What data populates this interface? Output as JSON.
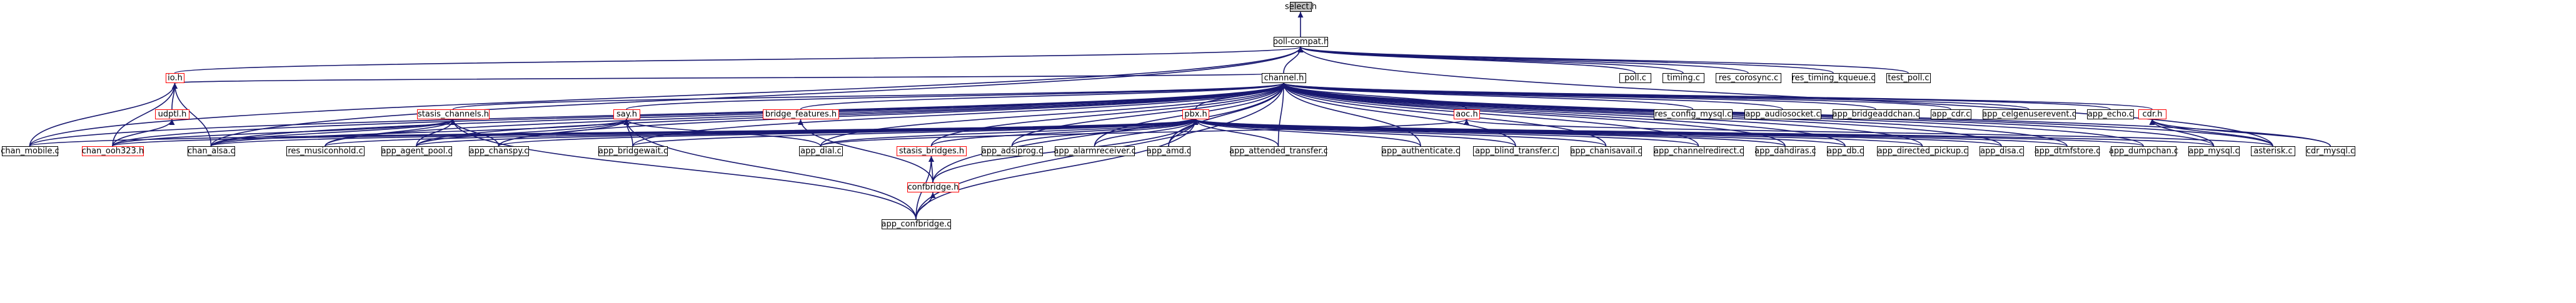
{
  "graph": {
    "focus": "select.h",
    "colors": {
      "edge": "#191970",
      "node_border": "#000000",
      "incomplete_node_border": "#ff0000",
      "focus_fill": "#bfbfbf",
      "node_fill": "#ffffff"
    },
    "nodes": [
      {
        "id": "select_h",
        "label": "select.h",
        "style": "focus"
      },
      {
        "id": "poll_compat_h",
        "label": "poll-compat.h",
        "style": "normal"
      },
      {
        "id": "io_h",
        "label": "io.h",
        "style": "red"
      },
      {
        "id": "channel_h",
        "label": "channel.h",
        "style": "normal"
      },
      {
        "id": "poll_c",
        "label": "poll.c",
        "style": "normal"
      },
      {
        "id": "timing_c",
        "label": "timing.c",
        "style": "normal"
      },
      {
        "id": "res_corosync_c",
        "label": "res_corosync.c",
        "style": "normal"
      },
      {
        "id": "res_timing_kqueue_c",
        "label": "res_timing_kqueue.c",
        "style": "normal"
      },
      {
        "id": "test_poll_c",
        "label": "test_poll.c",
        "style": "normal"
      },
      {
        "id": "udptl_h",
        "label": "udptl.h",
        "style": "red"
      },
      {
        "id": "stasis_channels_h",
        "label": "stasis_channels.h",
        "style": "red"
      },
      {
        "id": "say_h",
        "label": "say.h",
        "style": "red"
      },
      {
        "id": "bridge_features_h",
        "label": "bridge_features.h",
        "style": "red"
      },
      {
        "id": "pbx_h",
        "label": "pbx.h",
        "style": "red"
      },
      {
        "id": "aoc_h",
        "label": "aoc.h",
        "style": "red"
      },
      {
        "id": "res_config_mysql_c",
        "label": "res_config_mysql.c",
        "style": "normal"
      },
      {
        "id": "app_audiosocket_c",
        "label": "app_audiosocket.c",
        "style": "normal"
      },
      {
        "id": "app_bridgeaddchan_c",
        "label": "app_bridgeaddchan.c",
        "style": "normal"
      },
      {
        "id": "app_cdr_c",
        "label": "app_cdr.c",
        "style": "normal"
      },
      {
        "id": "app_celgenuserevent_c",
        "label": "app_celgenuserevent.c",
        "style": "normal"
      },
      {
        "id": "app_echo_c",
        "label": "app_echo.c",
        "style": "normal"
      },
      {
        "id": "cdr_h",
        "label": "cdr.h",
        "style": "red"
      },
      {
        "id": "chan_mobile_c",
        "label": "chan_mobile.c",
        "style": "normal"
      },
      {
        "id": "chan_ooh323_h",
        "label": "chan_ooh323.h",
        "style": "red"
      },
      {
        "id": "chan_alsa_c",
        "label": "chan_alsa.c",
        "style": "normal"
      },
      {
        "id": "res_musiconhold_c",
        "label": "res_musiconhold.c",
        "style": "normal"
      },
      {
        "id": "app_agent_pool_c",
        "label": "app_agent_pool.c",
        "style": "normal"
      },
      {
        "id": "app_chanspy_c",
        "label": "app_chanspy.c",
        "style": "normal"
      },
      {
        "id": "app_bridgewait_c",
        "label": "app_bridgewait.c",
        "style": "normal"
      },
      {
        "id": "app_dial_c",
        "label": "app_dial.c",
        "style": "normal"
      },
      {
        "id": "stasis_bridges_h",
        "label": "stasis_bridges.h",
        "style": "red"
      },
      {
        "id": "app_adsiprog_c",
        "label": "app_adsiprog.c",
        "style": "normal"
      },
      {
        "id": "app_alarmreceiver_c",
        "label": "app_alarmreceiver.c",
        "style": "normal"
      },
      {
        "id": "app_amd_c",
        "label": "app_amd.c",
        "style": "normal"
      },
      {
        "id": "app_attended_transfer_c",
        "label": "app_attended_transfer.c",
        "style": "normal"
      },
      {
        "id": "app_authenticate_c",
        "label": "app_authenticate.c",
        "style": "normal"
      },
      {
        "id": "app_blind_transfer_c",
        "label": "app_blind_transfer.c",
        "style": "normal"
      },
      {
        "id": "app_chanisavail_c",
        "label": "app_chanisavail.c",
        "style": "normal"
      },
      {
        "id": "app_channelredirect_c",
        "label": "app_channelredirect.c",
        "style": "normal"
      },
      {
        "id": "app_dahdiras_c",
        "label": "app_dahdiras.c",
        "style": "normal"
      },
      {
        "id": "app_db_c",
        "label": "app_db.c",
        "style": "normal"
      },
      {
        "id": "app_directed_pickup_c",
        "label": "app_directed_pickup.c",
        "style": "normal"
      },
      {
        "id": "app_disa_c",
        "label": "app_disa.c",
        "style": "normal"
      },
      {
        "id": "app_dtmfstore_c",
        "label": "app_dtmfstore.c",
        "style": "normal"
      },
      {
        "id": "app_dumpchan_c",
        "label": "app_dumpchan.c",
        "style": "normal"
      },
      {
        "id": "app_mysql_c",
        "label": "app_mysql.c",
        "style": "normal"
      },
      {
        "id": "asterisk_c",
        "label": "asterisk.c",
        "style": "normal"
      },
      {
        "id": "cdr_mysql_c",
        "label": "cdr_mysql.c",
        "style": "normal"
      },
      {
        "id": "confbridge_h",
        "label": "confbridge.h",
        "style": "red"
      },
      {
        "id": "app_confbridge_c",
        "label": "app_confbridge.c",
        "style": "normal"
      }
    ],
    "edges": [
      [
        "poll_compat_h",
        "select_h"
      ],
      [
        "io_h",
        "poll_compat_h"
      ],
      [
        "channel_h",
        "poll_compat_h"
      ],
      [
        "poll_c",
        "poll_compat_h"
      ],
      [
        "timing_c",
        "poll_compat_h"
      ],
      [
        "res_corosync_c",
        "poll_compat_h"
      ],
      [
        "res_timing_kqueue_c",
        "poll_compat_h"
      ],
      [
        "test_poll_c",
        "poll_compat_h"
      ],
      [
        "chan_mobile_c",
        "poll_compat_h"
      ],
      [
        "chan_alsa_c",
        "poll_compat_h"
      ],
      [
        "asterisk_c",
        "poll_compat_h"
      ],
      [
        "udptl_h",
        "io_h"
      ],
      [
        "chan_mobile_c",
        "io_h"
      ],
      [
        "chan_ooh323_h",
        "io_h"
      ],
      [
        "chan_alsa_c",
        "io_h"
      ],
      [
        "channel_h",
        "io_h"
      ],
      [
        "chan_ooh323_h",
        "udptl_h"
      ],
      [
        "stasis_channels_h",
        "channel_h"
      ],
      [
        "say_h",
        "channel_h"
      ],
      [
        "bridge_features_h",
        "channel_h"
      ],
      [
        "pbx_h",
        "channel_h"
      ],
      [
        "aoc_h",
        "channel_h"
      ],
      [
        "res_config_mysql_c",
        "channel_h"
      ],
      [
        "app_audiosocket_c",
        "channel_h"
      ],
      [
        "app_bridgeaddchan_c",
        "channel_h"
      ],
      [
        "app_cdr_c",
        "channel_h"
      ],
      [
        "app_celgenuserevent_c",
        "channel_h"
      ],
      [
        "app_echo_c",
        "channel_h"
      ],
      [
        "cdr_h",
        "channel_h"
      ],
      [
        "chan_mobile_c",
        "channel_h"
      ],
      [
        "chan_ooh323_h",
        "channel_h"
      ],
      [
        "chan_alsa_c",
        "channel_h"
      ],
      [
        "res_musiconhold_c",
        "channel_h"
      ],
      [
        "app_agent_pool_c",
        "channel_h"
      ],
      [
        "app_chanspy_c",
        "channel_h"
      ],
      [
        "app_bridgewait_c",
        "channel_h"
      ],
      [
        "app_dial_c",
        "channel_h"
      ],
      [
        "stasis_bridges_h",
        "channel_h"
      ],
      [
        "app_adsiprog_c",
        "channel_h"
      ],
      [
        "app_alarmreceiver_c",
        "channel_h"
      ],
      [
        "app_amd_c",
        "channel_h"
      ],
      [
        "app_attended_transfer_c",
        "channel_h"
      ],
      [
        "app_authenticate_c",
        "channel_h"
      ],
      [
        "app_blind_transfer_c",
        "channel_h"
      ],
      [
        "app_chanisavail_c",
        "channel_h"
      ],
      [
        "app_channelredirect_c",
        "channel_h"
      ],
      [
        "app_dahdiras_c",
        "channel_h"
      ],
      [
        "app_db_c",
        "channel_h"
      ],
      [
        "app_directed_pickup_c",
        "channel_h"
      ],
      [
        "app_disa_c",
        "channel_h"
      ],
      [
        "app_dtmfstore_c",
        "channel_h"
      ],
      [
        "app_dumpchan_c",
        "channel_h"
      ],
      [
        "app_mysql_c",
        "channel_h"
      ],
      [
        "asterisk_c",
        "channel_h"
      ],
      [
        "cdr_mysql_c",
        "channel_h"
      ],
      [
        "confbridge_h",
        "channel_h"
      ],
      [
        "app_confbridge_c",
        "channel_h"
      ],
      [
        "chan_alsa_c",
        "stasis_channels_h"
      ],
      [
        "res_musiconhold_c",
        "stasis_channels_h"
      ],
      [
        "app_agent_pool_c",
        "stasis_channels_h"
      ],
      [
        "app_chanspy_c",
        "stasis_channels_h"
      ],
      [
        "chan_ooh323_h",
        "stasis_channels_h"
      ],
      [
        "app_confbridge_c",
        "stasis_channels_h"
      ],
      [
        "app_chanspy_c",
        "say_h"
      ],
      [
        "app_bridgewait_c",
        "say_h"
      ],
      [
        "app_dial_c",
        "say_h"
      ],
      [
        "app_confbridge_c",
        "say_h"
      ],
      [
        "chan_alsa_c",
        "say_h"
      ],
      [
        "app_agent_pool_c",
        "say_h"
      ],
      [
        "confbridge_h",
        "bridge_features_h"
      ],
      [
        "chan_mobile_c",
        "pbx_h"
      ],
      [
        "chan_ooh323_h",
        "pbx_h"
      ],
      [
        "chan_alsa_c",
        "pbx_h"
      ],
      [
        "res_musiconhold_c",
        "pbx_h"
      ],
      [
        "app_agent_pool_c",
        "pbx_h"
      ],
      [
        "app_chanspy_c",
        "pbx_h"
      ],
      [
        "app_bridgewait_c",
        "pbx_h"
      ],
      [
        "app_dial_c",
        "pbx_h"
      ],
      [
        "stasis_bridges_h",
        "pbx_h"
      ],
      [
        "app_adsiprog_c",
        "pbx_h"
      ],
      [
        "app_alarmreceiver_c",
        "pbx_h"
      ],
      [
        "app_amd_c",
        "pbx_h"
      ],
      [
        "app_attended_transfer_c",
        "pbx_h"
      ],
      [
        "app_authenticate_c",
        "pbx_h"
      ],
      [
        "app_blind_transfer_c",
        "pbx_h"
      ],
      [
        "app_chanisavail_c",
        "pbx_h"
      ],
      [
        "app_channelredirect_c",
        "pbx_h"
      ],
      [
        "app_dahdiras_c",
        "pbx_h"
      ],
      [
        "app_db_c",
        "pbx_h"
      ],
      [
        "app_directed_pickup_c",
        "pbx_h"
      ],
      [
        "app_disa_c",
        "pbx_h"
      ],
      [
        "app_dtmfstore_c",
        "pbx_h"
      ],
      [
        "app_dumpchan_c",
        "pbx_h"
      ],
      [
        "app_mysql_c",
        "pbx_h"
      ],
      [
        "app_confbridge_c",
        "pbx_h"
      ],
      [
        "confbridge_h",
        "pbx_h"
      ],
      [
        "app_dial_c",
        "aoc_h"
      ],
      [
        "asterisk_c",
        "aoc_h"
      ],
      [
        "asterisk_c",
        "cdr_h"
      ],
      [
        "cdr_mysql_c",
        "cdr_h"
      ],
      [
        "app_mysql_c",
        "cdr_h"
      ],
      [
        "confbridge_h",
        "stasis_bridges_h"
      ],
      [
        "app_confbridge_c",
        "stasis_bridges_h"
      ],
      [
        "app_confbridge_c",
        "confbridge_h"
      ]
    ]
  }
}
